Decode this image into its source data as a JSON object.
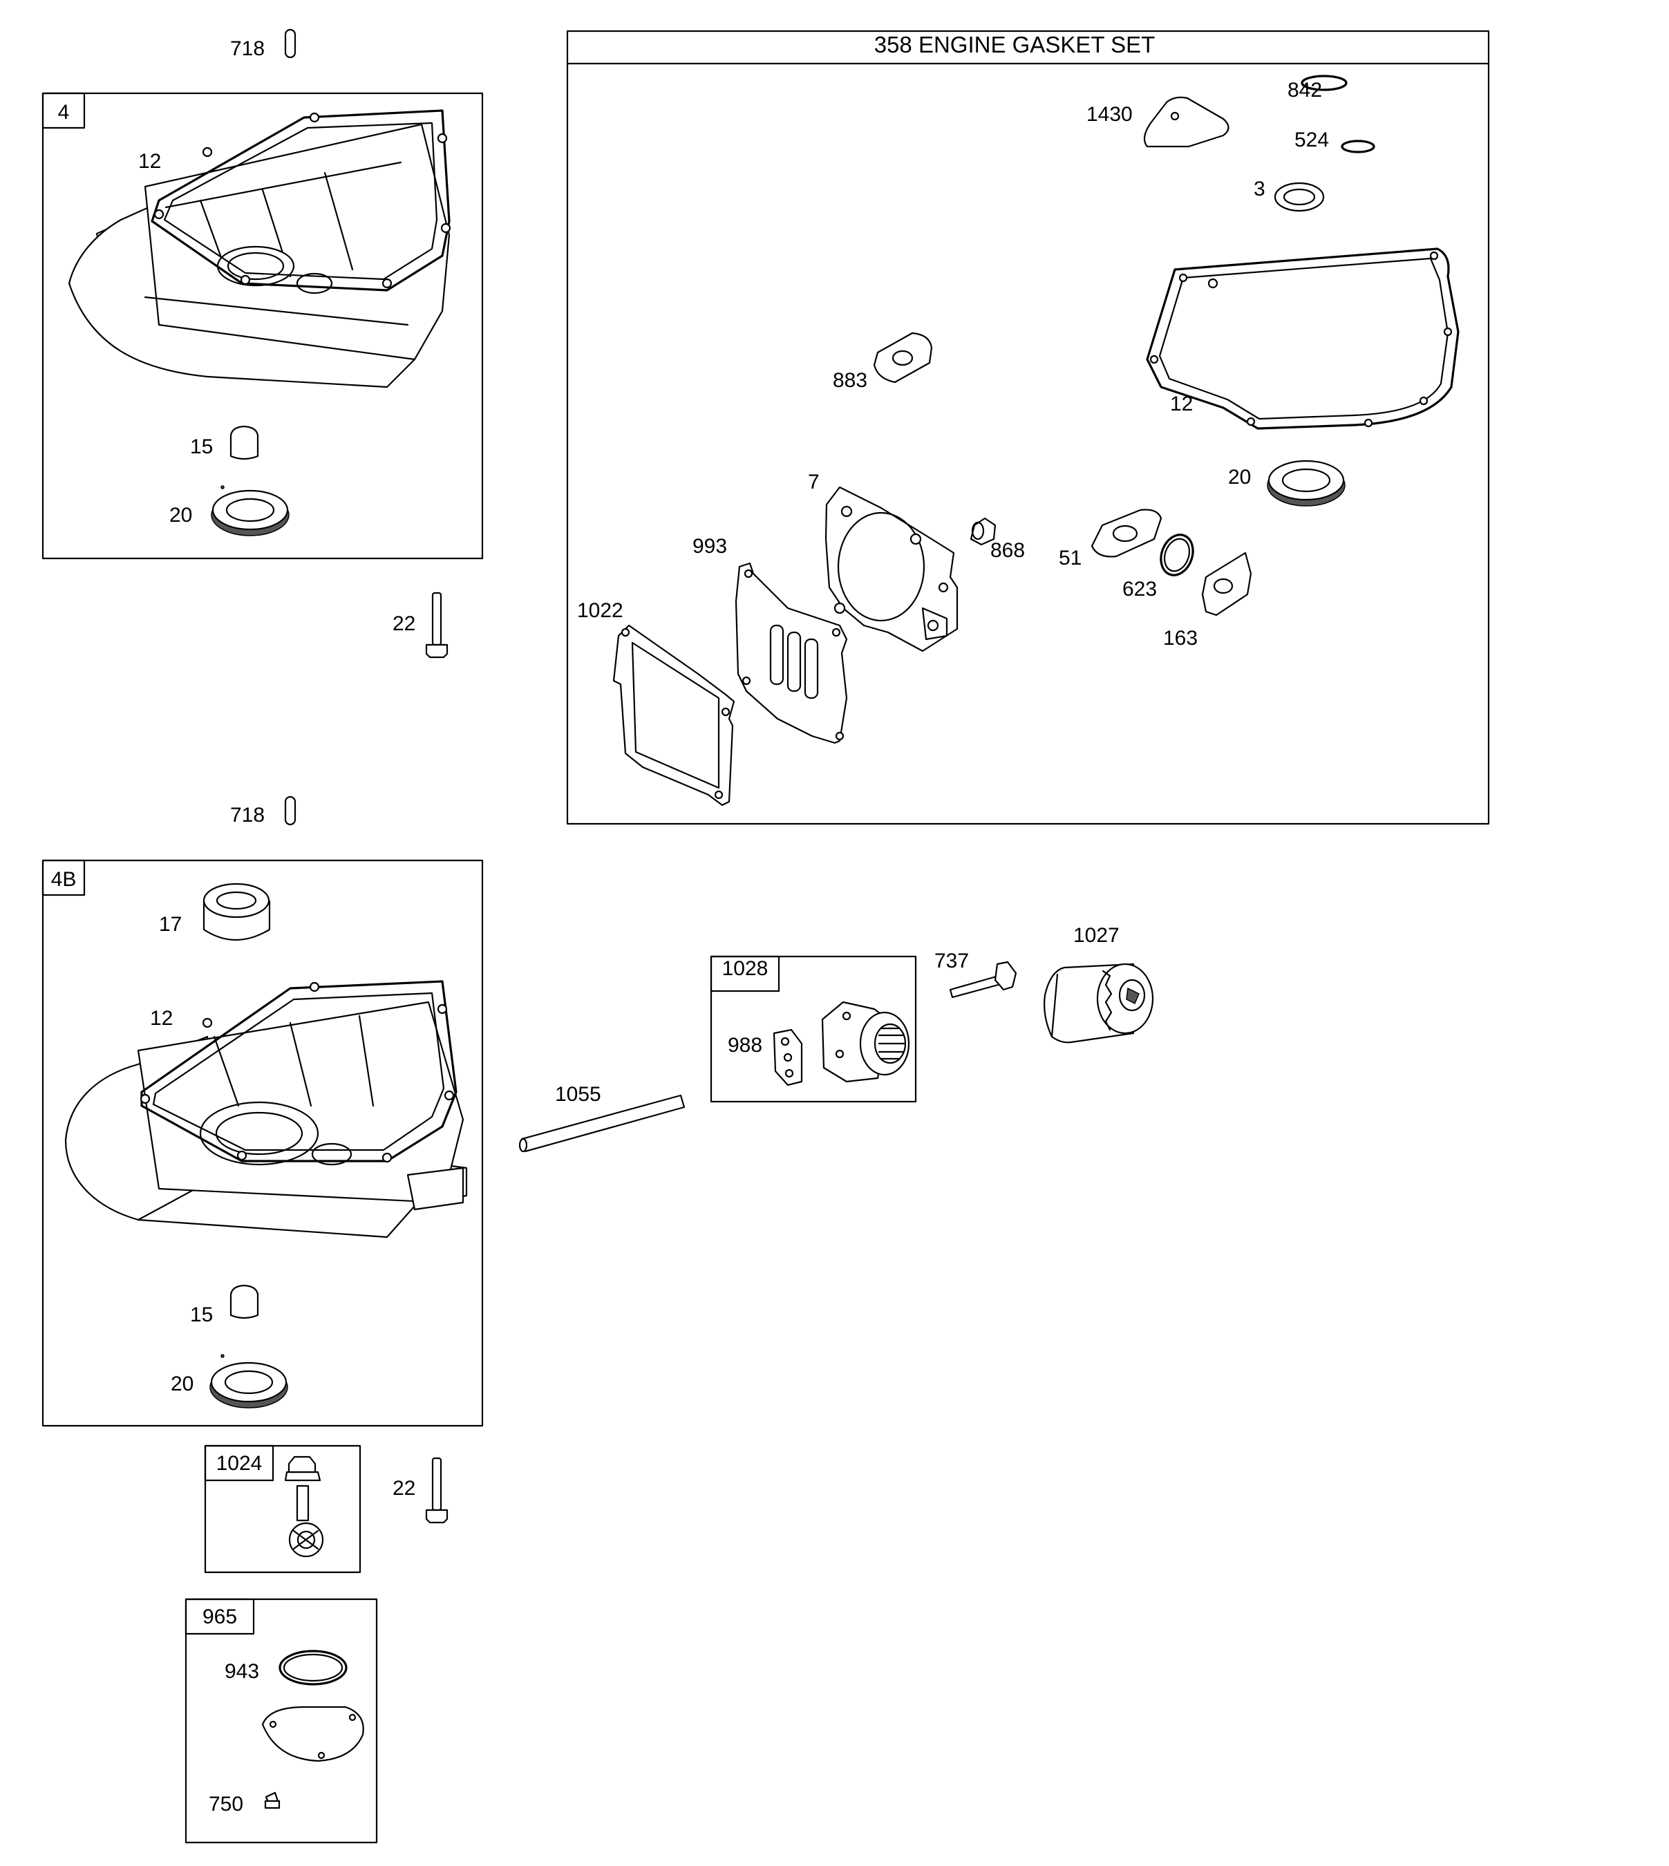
{
  "gasket_set_title": "358 ENGINE GASKET SET",
  "boxes": {
    "sump_4": "4",
    "sump_4b": "4B",
    "filter_1028": "1028",
    "gear_1024": "1024",
    "cover_965": "965"
  },
  "labels": {
    "p718_top": "718",
    "p12_a": "12",
    "p15_a": "15",
    "p20_a": "20",
    "p22_a": "22",
    "p718_mid": "718",
    "p17": "17",
    "p12_b": "12",
    "p15_b": "15",
    "p20_b": "20",
    "p22_b": "22",
    "p943": "943",
    "p750": "750",
    "p1430": "1430",
    "p842": "842",
    "p524": "524",
    "p3": "3",
    "p883": "883",
    "p12_c": "12",
    "p20_c": "20",
    "p7": "7",
    "p993": "993",
    "p868": "868",
    "p51": "51",
    "p623": "623",
    "p163": "163",
    "p1022": "1022",
    "p737": "737",
    "p1027": "1027",
    "p988": "988",
    "p1055": "1055"
  }
}
